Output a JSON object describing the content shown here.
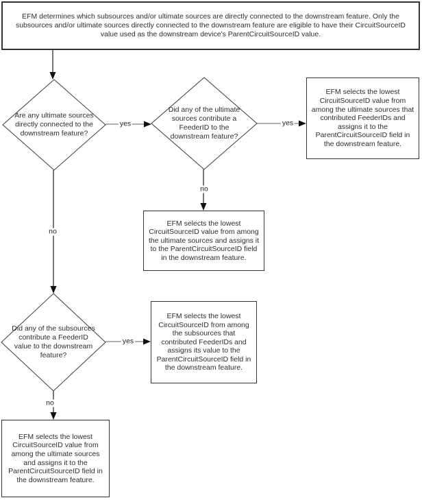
{
  "diagram": {
    "header": {
      "text": "EFM determines which subsources and/or ultimate sources are directly connected to the downstream feature. Only the subsources and/or ultimate sources directly connected to the downstream feature are eligible to have their CircuitSourceID value used as the downstream device's ParentCircuitSourceID value."
    },
    "decisions": [
      {
        "id": "ultimate-sources-connected",
        "text": "Are any ultimate sources directly connected to the downstream feature?"
      },
      {
        "id": "ultimate-sources-feederid",
        "text": "Did any of the ultimate sources contribute a FeederID to the downstream feature?"
      },
      {
        "id": "subsources-feederid",
        "text": "Did any of the subsources contribute a FeederID value to the downstream feature?"
      }
    ],
    "outcomes": [
      {
        "id": "outcome-top-right",
        "text": "EFM selects the lowest CircuitSourceID value from among the ultimate sources that contributed FeederIDs and assigns it to the ParentCircuitSourceID field in the downstream feature."
      },
      {
        "id": "outcome-middle",
        "text": "EFM selects the lowest CircuitSourceID value from among the ultimate sources and assigns it to the ParentCircuitSourceID field in the downstream feature."
      },
      {
        "id": "outcome-middle-right",
        "text": "EFM selects the lowest CircuitSourceID from among the subsources that contributed FeederIDs and assigns its value to the ParentCircuitSourceID field in the downstream feature."
      },
      {
        "id": "outcome-bottom",
        "text": "EFM selects the lowest CircuitSourceID value from among the ultimate sources and assigns it to the ParentCircuitSourceID field in the downstream feature."
      }
    ],
    "connectors": [
      {
        "from": "header",
        "to": "decision-1",
        "label": ""
      },
      {
        "from": "decision-1",
        "to": "decision-2",
        "label": "yes"
      },
      {
        "from": "decision-2",
        "to": "outcome-top-right",
        "label": "yes"
      },
      {
        "from": "decision-2",
        "to": "outcome-middle",
        "label": "no"
      },
      {
        "from": "decision-1",
        "to": "decision-3",
        "label": "no"
      },
      {
        "from": "decision-3",
        "to": "outcome-middle-right",
        "label": "yes"
      },
      {
        "from": "decision-3",
        "to": "outcome-bottom",
        "label": "no"
      }
    ],
    "colors": {
      "line": "#1a1a1a",
      "yes_line": "#808080",
      "box_border": "#333333",
      "text": "#2d2d2d",
      "background": "#ffffff"
    }
  }
}
